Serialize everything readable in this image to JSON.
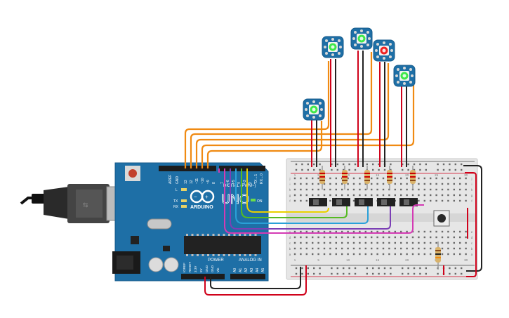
{
  "arduino": {
    "brand": "ARDUINO",
    "model": "UNO",
    "digital_label": "DIGITAL (PWM~)",
    "power_label": "POWER",
    "analog_label": "ANALOG IN",
    "on_label": "ON",
    "l_label": "L",
    "tx_label": "TX",
    "rx_label": "RX",
    "aref_label": "AREF",
    "gnd_label": "GND",
    "top_pins": [
      "13",
      "12",
      "~11",
      "~10",
      "~9",
      "8",
      "7",
      "~6",
      "~5",
      "4",
      "~3",
      "2",
      "TX→1",
      "RX←0"
    ],
    "power_pins": [
      "IOREF",
      "RESET",
      "3.3V",
      "5V",
      "GND",
      "GND",
      "Vin"
    ],
    "analog_pins": [
      "A0",
      "A1",
      "A2",
      "A3",
      "A4",
      "A5"
    ]
  },
  "breadboard": {
    "row_letters_top": [
      "j",
      "i",
      "h",
      "g",
      "f"
    ],
    "row_letters_bottom": [
      "e",
      "d",
      "c",
      "b",
      "a"
    ],
    "column_numbers": [
      "1",
      "5",
      "10",
      "15",
      "20",
      "25",
      "30"
    ]
  },
  "leds": [
    {
      "id": "led-1",
      "color": "#3ee84a"
    },
    {
      "id": "led-2",
      "color": "#3ee84a"
    },
    {
      "id": "led-3",
      "color": "#3ee84a"
    },
    {
      "id": "led-4",
      "color": "#ee2222"
    },
    {
      "id": "led-5",
      "color": "#3ee84a"
    }
  ],
  "colors": {
    "board": "#1e6fa6",
    "wire_orange": "#f08a12",
    "wire_red": "#d0021b",
    "wire_black": "#222222",
    "wire_yellow": "#e8d000",
    "wire_green": "#55bb22",
    "wire_blue": "#2aa0d8",
    "wire_purple": "#7b3fb5",
    "wire_magenta": "#d43ab4"
  }
}
